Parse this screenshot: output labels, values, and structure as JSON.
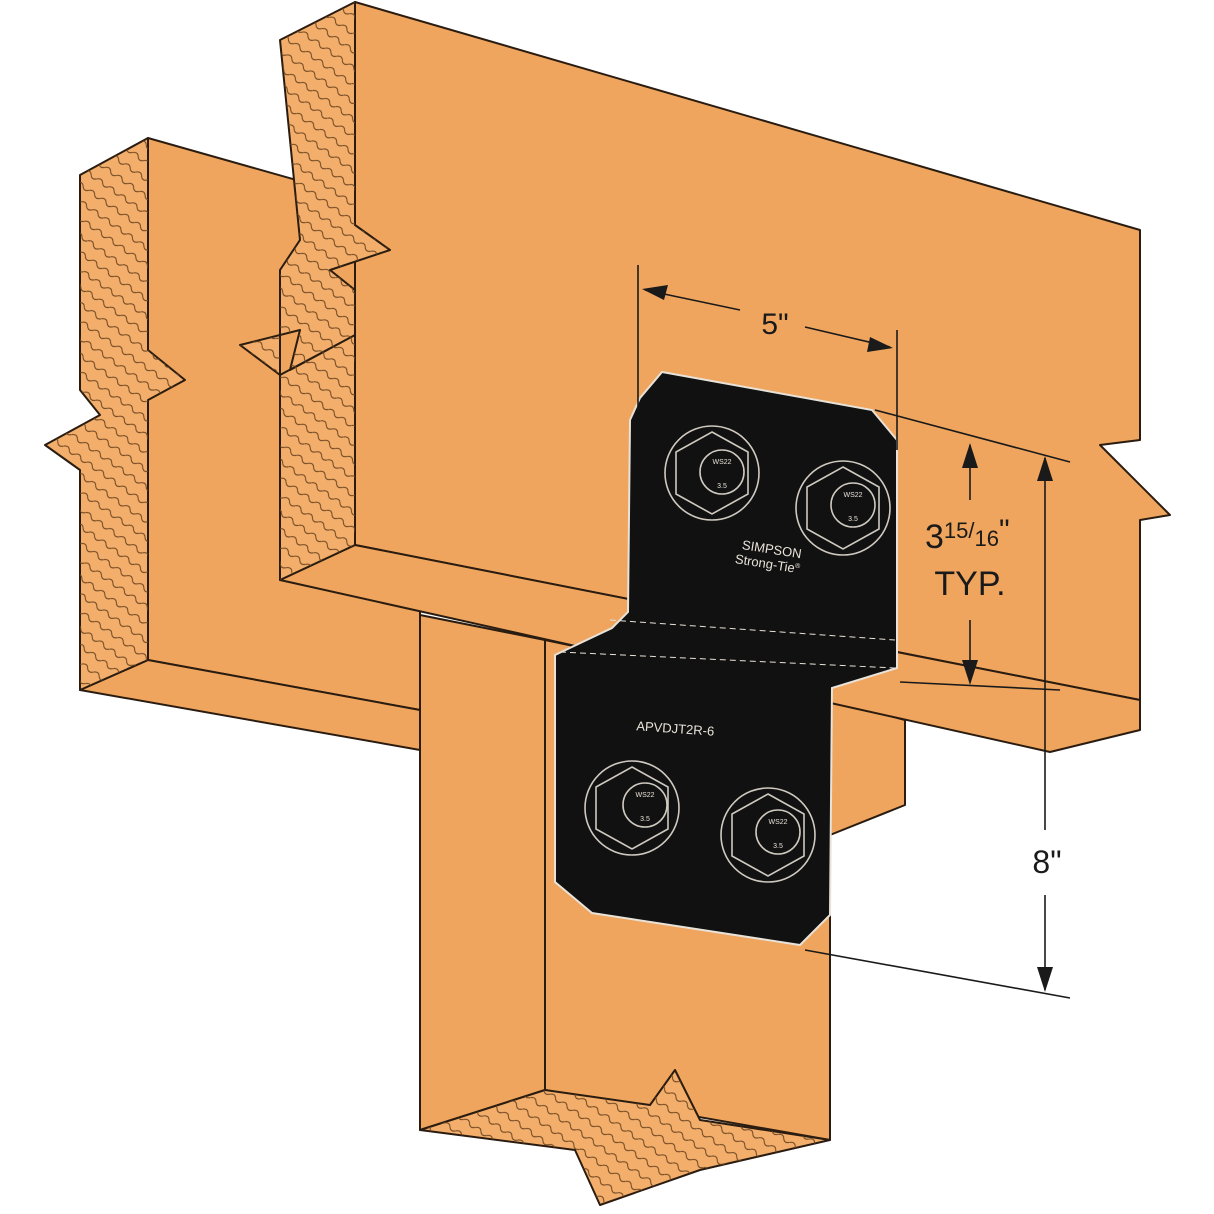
{
  "colors": {
    "wood": "#efa55e",
    "bracket": "#111111",
    "outline": "#2a1c10"
  },
  "bracket": {
    "brand_line1": "SIMPSON",
    "brand_line2": "Strong-Tie",
    "brand_mark": "®",
    "model": "APVDJT2R-6",
    "bolt_head_text": "WS22",
    "bolt_size_text": "3.5"
  },
  "dimensions": {
    "width": "5\"",
    "spacing_whole": "3",
    "spacing_numerator": "15",
    "spacing_denominator": "16",
    "spacing_unit": "\"",
    "spacing_note": "TYP.",
    "height": "8\""
  }
}
